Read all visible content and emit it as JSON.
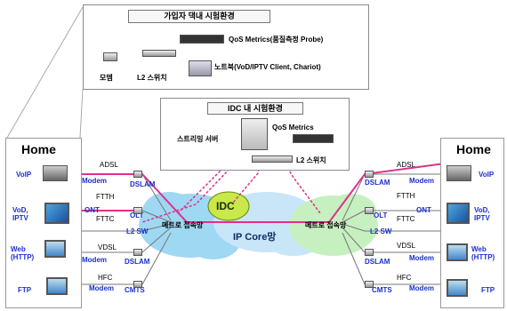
{
  "top_box": {
    "title": "가입자 댁내 시험환경",
    "qos_label": "QoS Metrics(품질측정 Probe)",
    "notebook_label": "노트북(VoD/IPTV Client, Chariot)",
    "modem_label": "모뎀",
    "l2_label": "L2 스위치"
  },
  "idc_box": {
    "title": "IDC 내 시험환경",
    "qos_label": "QoS Metrics",
    "streaming_label": "스트리밍 서버",
    "l2_label": "L2 스위치"
  },
  "left_home": {
    "title": "Home",
    "services": [
      "VoIP",
      "VoD, IPTV",
      "Web (HTTP)",
      "FTP"
    ]
  },
  "right_home": {
    "title": "Home",
    "services": [
      "VoIP",
      "VoD, IPTV",
      "Web (HTTP)",
      "FTP"
    ]
  },
  "left_links": {
    "adsl": "ADSL",
    "modem1": "Modem",
    "dslam1": "DSLAM",
    "ftth": "FTTH",
    "ont1": "ONT",
    "olt": "OLT",
    "fttc": "FTTC",
    "l2sw": "L2 SW",
    "vdsl": "VDSL",
    "modem2": "Modem",
    "dslam2": "DSLAM",
    "hfc": "HFC",
    "modem3": "Modem",
    "cmts": "CMTS"
  },
  "right_links": {
    "adsl": "ADSL",
    "modem1": "Modem",
    "dslam1": "DSLAM",
    "ftth": "FTTH",
    "ont1": "ONT",
    "olt": "OLT",
    "fttc": "FTTC",
    "l2sw": "L2 SW",
    "vdsl": "VDSL",
    "modem2": "Modem",
    "dslam2": "DSLAM",
    "hfc": "HFC",
    "modem3": "Modem",
    "cmts": "CMTS"
  },
  "core": {
    "idc": "IDC",
    "ip_core": "IP Core망",
    "metro_left": "메트로 접속망",
    "metro_right": "메트로 접속망"
  },
  "colors": {
    "link": "#e0308a",
    "label_blue": "#1b2fd0",
    "cloud_left": "#9fd8f2",
    "cloud_right": "#c6f0c0",
    "idc": "#c9e84a"
  }
}
